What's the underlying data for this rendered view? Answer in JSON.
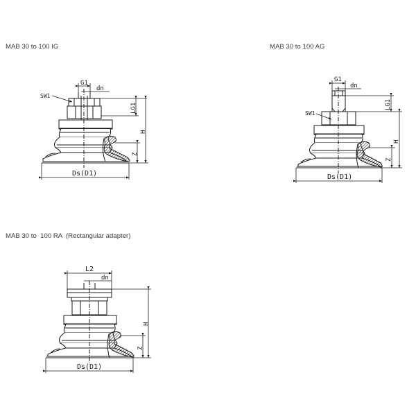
{
  "drawings": [
    {
      "title": "MAB 30 to 100 IG",
      "labels": {
        "thread": "G1",
        "nominal": "dn",
        "wrench": "SW1",
        "thread_length": "LG1",
        "height": "H",
        "stroke": "Z",
        "diameter": "Ds(D1)"
      }
    },
    {
      "title": "MAB 30 to 100 AG",
      "labels": {
        "thread": "G1",
        "nominal": "dn",
        "wrench": "SW1",
        "thread_length": "LG1",
        "height": "H",
        "stroke": "Z",
        "diameter": "Ds(D1)"
      }
    },
    {
      "title": "MAB 30 to  100 RA  (Rectangular adapter)",
      "labels": {
        "length": "L2",
        "nominal": "dn",
        "height": "H",
        "stroke": "Z",
        "diameter": "Ds(D1)"
      }
    }
  ],
  "colors": {
    "line": "#1a1a1a",
    "title_text": "#3a3a3a",
    "background": "#ffffff"
  }
}
